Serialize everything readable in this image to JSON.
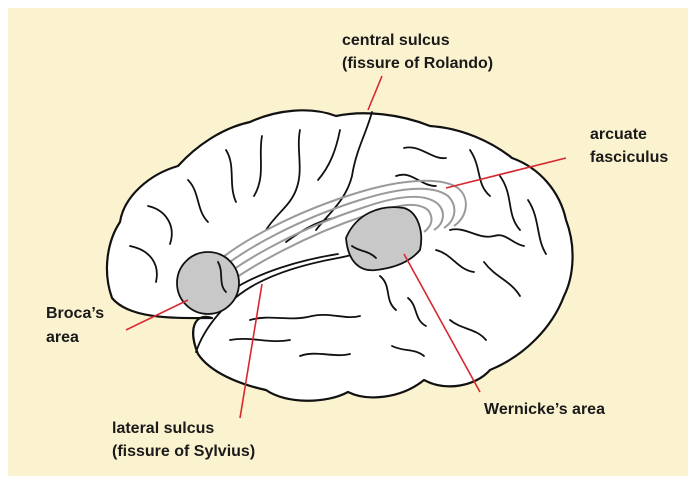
{
  "labels": {
    "central_sulcus_1": "central sulcus",
    "central_sulcus_2": "(fissure of Rolando)",
    "arcuate_1": "arcuate",
    "arcuate_2": "fasciculus",
    "broca_1": "Broca’s",
    "broca_2": "area",
    "wernicke": "Wernicke’s area",
    "lateral_sulcus_1": "lateral sulcus",
    "lateral_sulcus_2": "(fissure of Sylvius)"
  },
  "colors": {
    "background": "#fbf2cf",
    "leader_line": "#d8282f",
    "area_fill": "#c8c8c8",
    "fiber": "#9a9a9a"
  }
}
